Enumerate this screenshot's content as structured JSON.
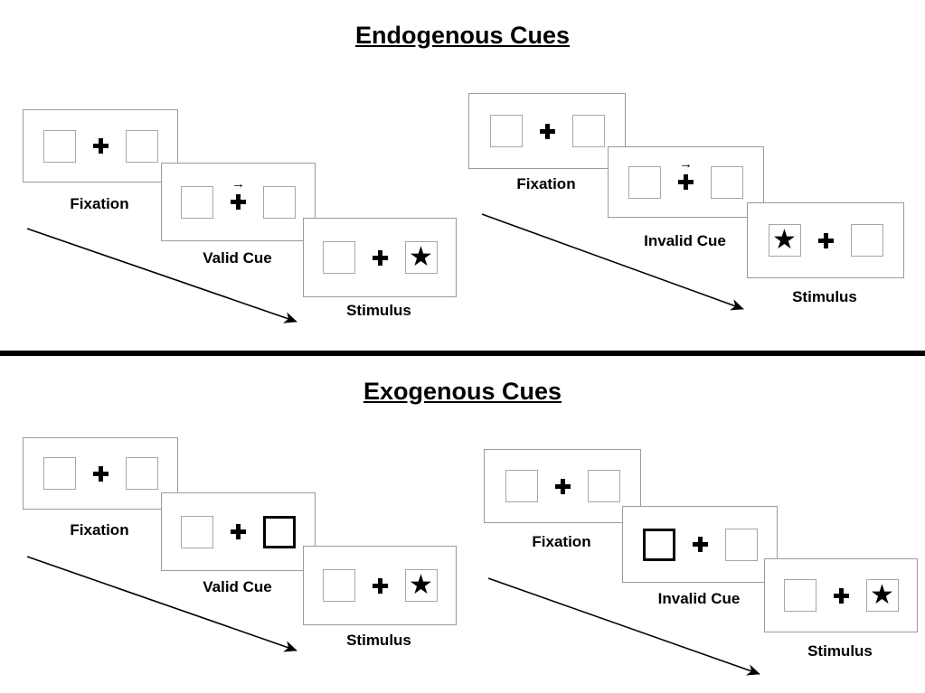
{
  "glyphs": {
    "star": "★",
    "cue_arrow": "→"
  },
  "colors": {
    "panel_border": "#9b9b9b",
    "box_border": "#a6a6a6",
    "emphasis": "#000000",
    "divider": "#000000"
  },
  "sections": [
    {
      "title": "Endogenous Cues",
      "cue_style": "central arrow",
      "sequences": [
        {
          "name": "valid",
          "panels": [
            {
              "label": "Fixation"
            },
            {
              "label": "Valid Cue"
            },
            {
              "label": "Stimulus"
            }
          ]
        },
        {
          "name": "invalid",
          "panels": [
            {
              "label": "Fixation"
            },
            {
              "label": "Invalid Cue"
            },
            {
              "label": "Stimulus"
            }
          ]
        }
      ]
    },
    {
      "title": "Exogenous Cues",
      "cue_style": "peripheral box highlight",
      "sequences": [
        {
          "name": "valid",
          "panels": [
            {
              "label": "Fixation"
            },
            {
              "label": "Valid Cue"
            },
            {
              "label": "Stimulus"
            }
          ]
        },
        {
          "name": "invalid",
          "panels": [
            {
              "label": "Fixation"
            },
            {
              "label": "Invalid Cue"
            },
            {
              "label": "Stimulus"
            }
          ]
        }
      ]
    }
  ]
}
